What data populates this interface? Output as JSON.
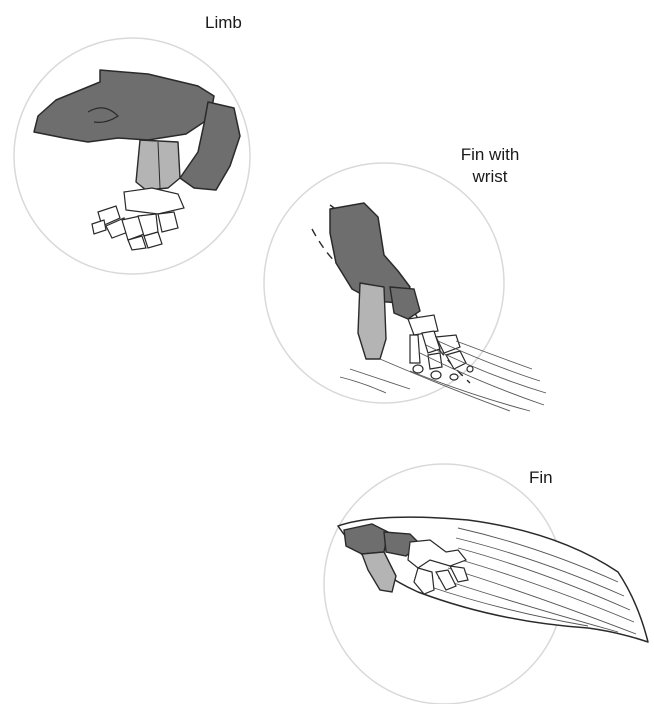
{
  "labels": {
    "limb": "Limb",
    "fin_with_wrist_line1": "Fin with",
    "fin_with_wrist_line2": "wrist",
    "fin": "Fin"
  },
  "colors": {
    "circle_stroke": "#d9d9d9",
    "dark_bone": "#6e6e6e",
    "light_bone": "#b4b4b4",
    "bone_outline": "#2a2a2a",
    "fin_rays": "#555555"
  }
}
